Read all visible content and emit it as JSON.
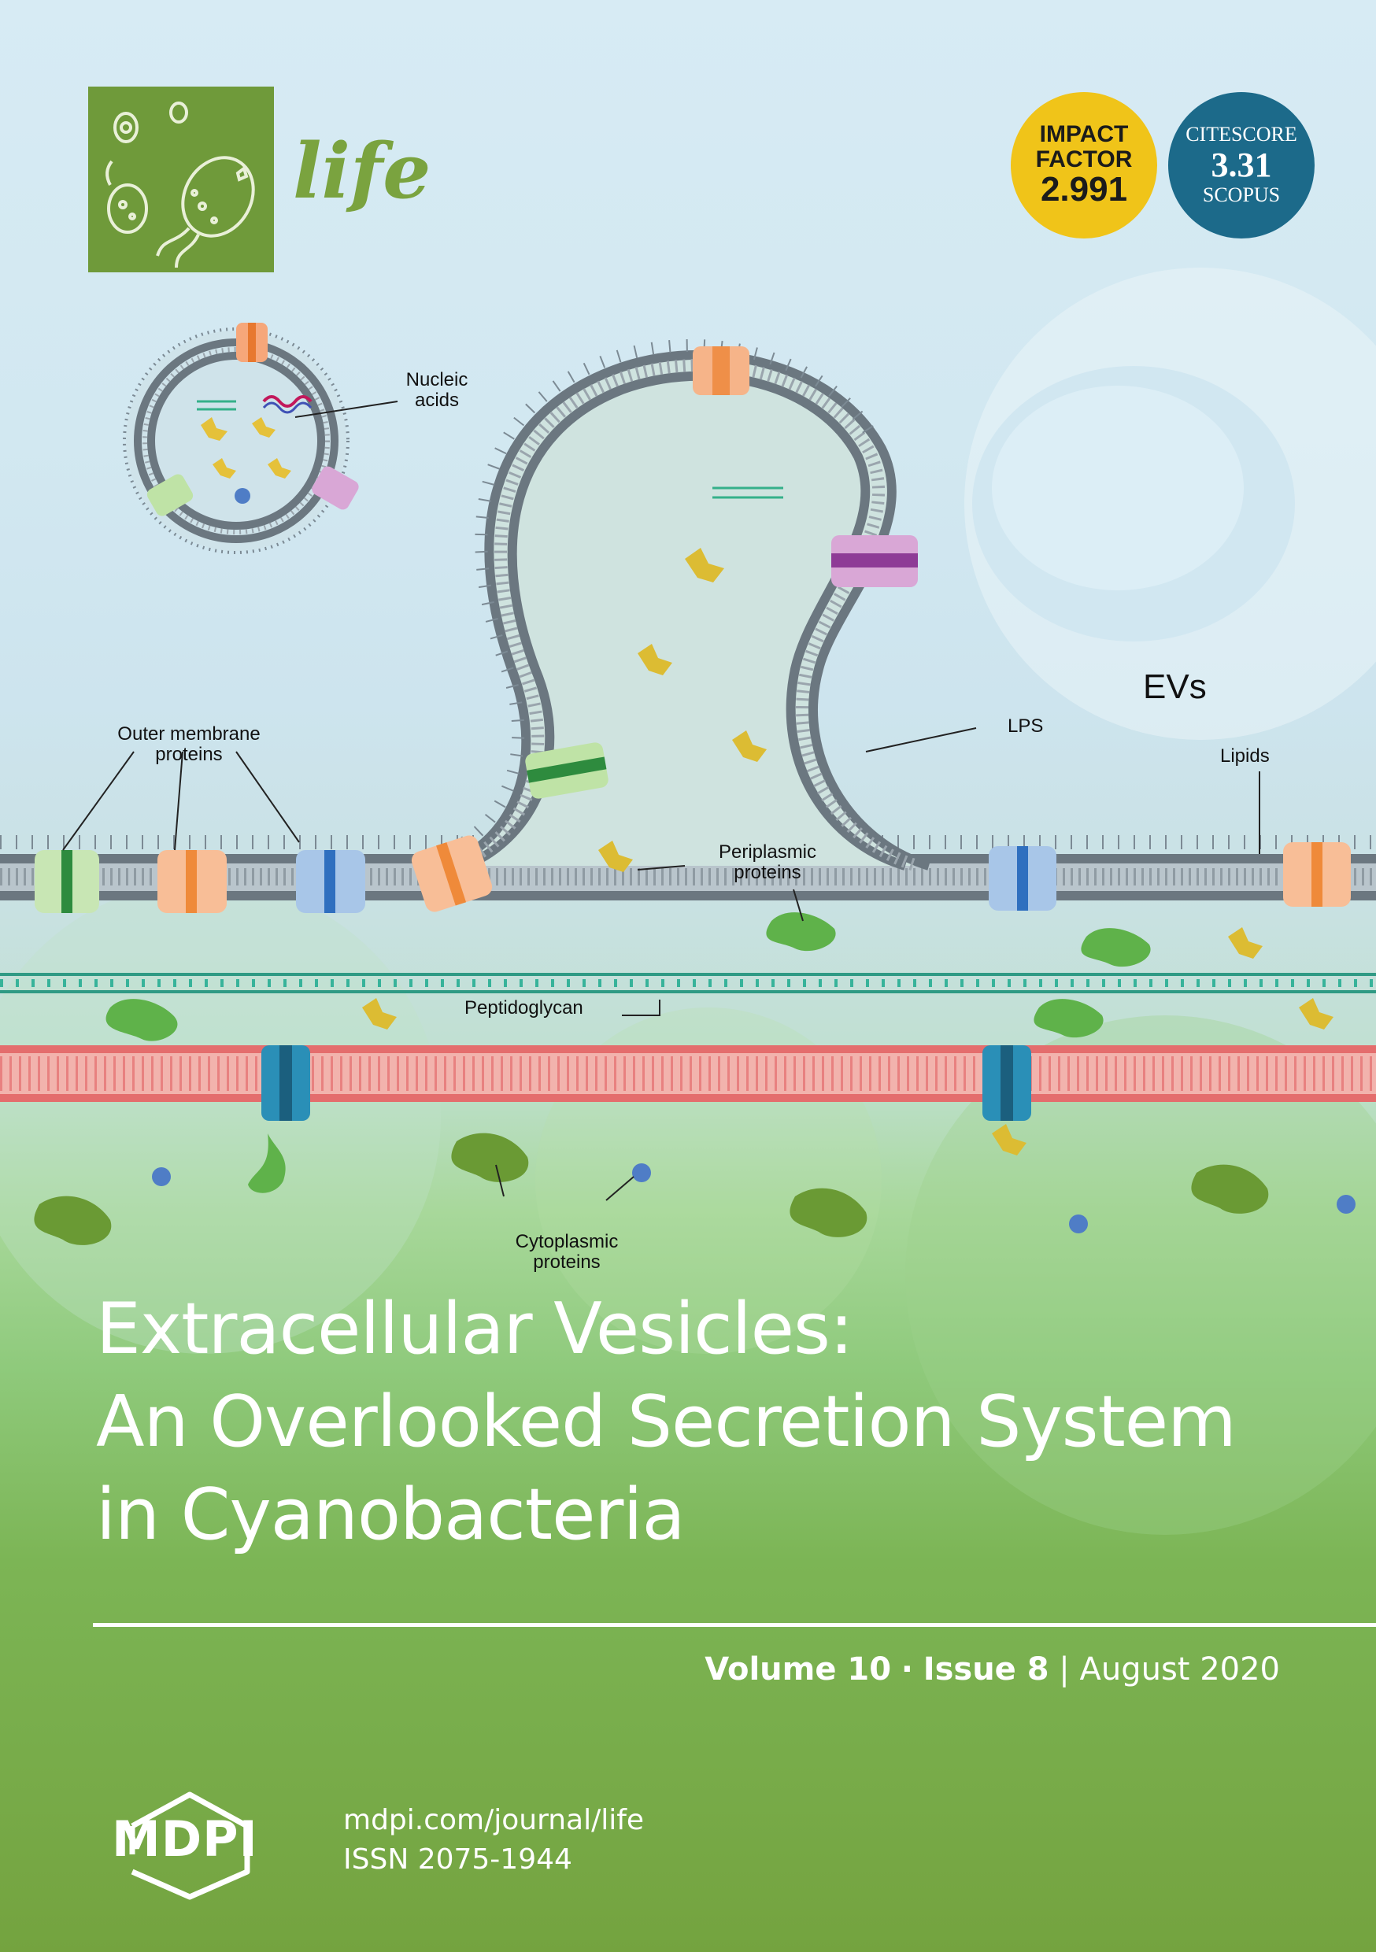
{
  "journal": {
    "name": "life"
  },
  "impact_factor": {
    "line1": "IMPACT",
    "line2": "FACTOR",
    "value": "2.991"
  },
  "citescore": {
    "label": "CITESCORE",
    "value": "3.31",
    "source": "SCOPUS"
  },
  "diagram_labels": {
    "nucleic_acids_1": "Nucleic",
    "nucleic_acids_2": "acids",
    "outer_membrane_1": "Outer membrane",
    "outer_membrane_2": "proteins",
    "evs": "EVs",
    "lps": "LPS",
    "lipids": "Lipids",
    "periplasmic_1": "Periplasmic",
    "periplasmic_2": "proteins",
    "peptidoglycan": "Peptidoglycan",
    "cytoplasmic_1": "Cytoplasmic",
    "cytoplasmic_2": "proteins"
  },
  "title": {
    "line1": "Extracellular Vesicles:",
    "line2": "An Overlooked Secretion System",
    "line3": "in Cyanobacteria"
  },
  "issue": {
    "volume": "Volume 10",
    "sep": "·",
    "issue": "Issue 8",
    "bar": "|",
    "date": "August 2020"
  },
  "publisher": {
    "name": "MDPI",
    "url": "mdpi.com/journal/life",
    "issn": "ISSN 2075-1944"
  },
  "colors": {
    "brand_green": "#6f9a3a",
    "if_yellow": "#f0c419",
    "cs_blue": "#1c6a8a"
  }
}
